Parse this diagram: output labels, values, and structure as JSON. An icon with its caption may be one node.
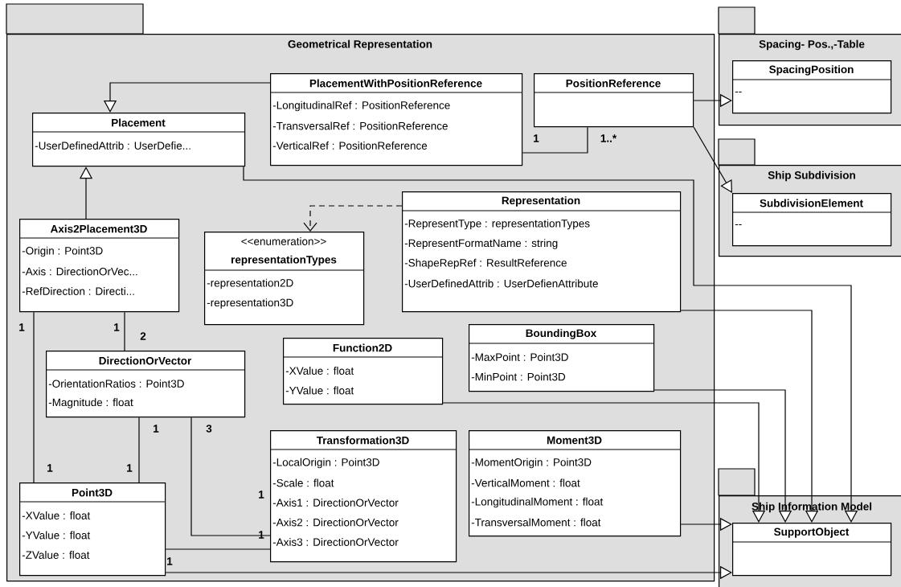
{
  "diagram": {
    "nodes": [
      {
        "text": [
          "Geometrical Representation"
        ]
      },
      {
        "text": [
          "PlacementWithPositionReference",
          "-LongitudinalRef : PositionReference",
          "-TransversalRef : PositionReference",
          "-VerticalRef : PositionReference"
        ],
        "in": 0
      },
      {
        "text": [
          "PositionReference"
        ],
        "in": 0
      },
      {
        "text": [
          "Placement",
          "-UserDefinedAttrib : UserDefie..."
        ],
        "in": 0
      },
      {
        "text": [
          "Axis2Placement3D",
          "-Origin : Point3D",
          "-Axis : DirectionOrVec...",
          "-RefDirection : Directi..."
        ],
        "in": 0
      },
      {
        "text": [
          "<<enumeration>>",
          "representationTypes",
          "-representation2D",
          "-representation3D"
        ],
        "in": 0
      },
      {
        "text": [
          "Representation",
          "-RepresentType : representationTypes",
          "-RepresentFormatName : string",
          "-ShapeRepRef : ResultReference",
          "-UserDefinedAttrib : UserDefienAttribute"
        ],
        "in": 0
      },
      {
        "text": [
          "DirectionOrVector",
          "-OrientationRatios : Point3D",
          "-Magnitude : float"
        ],
        "in": 0
      },
      {
        "text": [
          "Function2D",
          "-XValue : float",
          "-YValue : float"
        ],
        "in": 0
      },
      {
        "text": [
          "BoundingBox",
          "-MaxPoint : Point3D",
          "-MinPoint : Point3D"
        ],
        "in": 0
      },
      {
        "text": [
          "Transformation3D",
          "-LocalOrigin : Point3D",
          "-Scale : float",
          "-Axis1 : DirectionOrVector",
          "-Axis2 : DirectionOrVector",
          "-Axis3 : DirectionOrVector"
        ],
        "in": 0
      },
      {
        "text": [
          "Moment3D",
          "-MomentOrigin : Point3D",
          "-VerticalMoment : float",
          "-LongitudinalMoment : float",
          "-TransversalMoment : float"
        ],
        "in": 0
      },
      {
        "text": [
          "Point3D",
          "-XValue : float",
          "-YValue : float",
          "-ZValue : float"
        ],
        "in": 0
      },
      {
        "text": [
          "Spacing- Pos.,-Table"
        ]
      },
      {
        "text": [
          "SpacingPosition",
          "--"
        ],
        "in": 13
      },
      {
        "text": [
          "Ship Subdivision"
        ]
      },
      {
        "text": [
          "SubdivisionElement",
          "--"
        ],
        "in": 15
      },
      {
        "text": [
          "Ship Information Model"
        ]
      },
      {
        "text": [
          "SupportObject"
        ],
        "in": 17
      }
    ],
    "edges": [
      {
        "from": 1,
        "to": 3,
        "arrow": "to"
      },
      {
        "from": 4,
        "to": 3,
        "arrow": "to"
      },
      {
        "from": 2,
        "to": 14,
        "arrow": "to"
      },
      {
        "from": 2,
        "to": 16,
        "arrow": "to"
      },
      {
        "from": 1,
        "to": 2,
        "arrow": "none"
      },
      {
        "from": 6,
        "to": 5,
        "arrow": "to",
        "style": "dashed"
      },
      {
        "from": 4,
        "to": 12,
        "arrow": "none"
      },
      {
        "from": 4,
        "to": 7,
        "arrow": "none"
      },
      {
        "from": 7,
        "to": 12,
        "arrow": "none"
      },
      {
        "from": 7,
        "to": 10,
        "arrow": "none"
      },
      {
        "from": 12,
        "to": 10,
        "arrow": "none"
      },
      {
        "from": 3,
        "to": 18,
        "arrow": "to"
      },
      {
        "from": 6,
        "to": 18,
        "arrow": "to"
      },
      {
        "from": 9,
        "to": 18,
        "arrow": "to"
      },
      {
        "from": 8,
        "to": 18,
        "arrow": "to"
      },
      {
        "from": 11,
        "to": 18,
        "arrow": "to"
      },
      {
        "from": 12,
        "to": 18,
        "arrow": "to"
      }
    ],
    "labels": [
      "1",
      "1..*",
      "1",
      "1",
      "2",
      "1",
      "3",
      "1",
      "1",
      "1",
      "1",
      "1"
    ]
  }
}
